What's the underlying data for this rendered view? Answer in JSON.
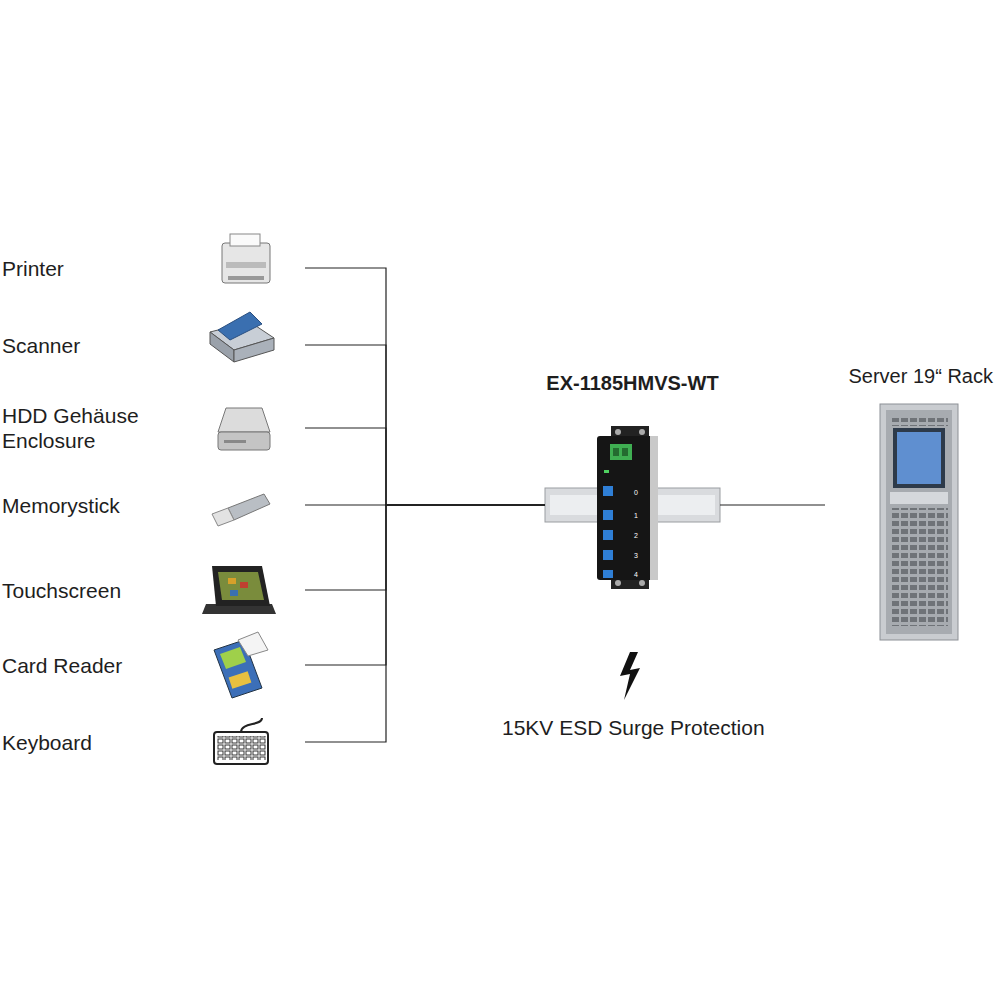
{
  "diagram": {
    "nodes": [
      {
        "text": [
          "Printer"
        ]
      },
      {
        "text": [
          "Scanner"
        ]
      },
      {
        "text": [
          "HDD Gehäuse Enclosure"
        ]
      },
      {
        "text": [
          "Memorystick"
        ]
      },
      {
        "text": [
          "Touchscreen"
        ]
      },
      {
        "text": [
          "Card Reader"
        ]
      },
      {
        "text": [
          "Keyboard"
        ]
      },
      {
        "text": [
          "EX-1185HMVS-WT"
        ]
      },
      {
        "text": [
          "Server 19“ Rack"
        ]
      }
    ],
    "edges": [
      {
        "from": 0,
        "to": 7,
        "arrow": "none"
      },
      {
        "from": 1,
        "to": 7,
        "arrow": "none"
      },
      {
        "from": 2,
        "to": 7,
        "arrow": "none"
      },
      {
        "from": 3,
        "to": 7,
        "arrow": "none"
      },
      {
        "from": 4,
        "to": 7,
        "arrow": "none"
      },
      {
        "from": 5,
        "to": 7,
        "arrow": "none"
      },
      {
        "from": 6,
        "to": 7,
        "arrow": "none"
      },
      {
        "from": 7,
        "to": 8,
        "arrow": "none"
      }
    ],
    "labels": [
      "0",
      "1",
      "2",
      "3",
      "4",
      "15KV ESD Surge Protection"
    ]
  }
}
